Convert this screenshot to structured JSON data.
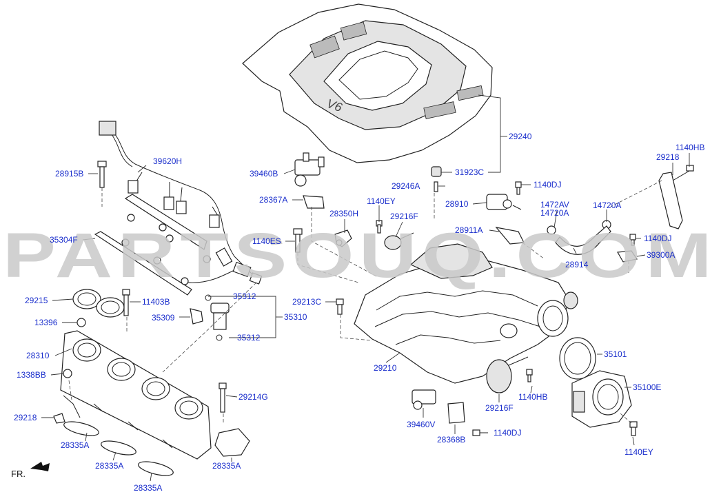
{
  "watermark": "PARTSOUQ.COM",
  "orientation_label": "FR.",
  "cover_badge": "V6",
  "labels": {
    "p29240": "29240",
    "p31923C": "31923C",
    "p29246A": "29246A",
    "p1140DJ_top": "1140DJ",
    "p39460B": "39460B",
    "p28367A": "28367A",
    "p1140EY_top": "1140EY",
    "p28350H": "28350H",
    "p29216F_top": "29216F",
    "p28910": "28910",
    "p1472AV": "1472AV",
    "p14720A_a": "14720A",
    "p14720A_b": "14720A",
    "p1140HB_top": "1140HB",
    "p29218_top": "29218",
    "p28911A": "28911A",
    "p1140DJ_right": "1140DJ",
    "p28914": "28914",
    "p39300A": "39300A",
    "p1140ES": "1140ES",
    "p28915B": "28915B",
    "p39620H": "39620H",
    "p35304F": "35304F",
    "p29215": "29215",
    "p11403B": "11403B",
    "p13396": "13396",
    "p35312_a": "35312",
    "p35309": "35309",
    "p35310": "35310",
    "p35312_b": "35312",
    "p29213C": "29213C",
    "p28310": "28310",
    "p1338BB": "1338BB",
    "p29214G": "29214G",
    "p29218_left": "29218",
    "p28335A_a": "28335A",
    "p28335A_b": "28335A",
    "p28335A_c": "28335A",
    "p28335A_d": "28335A",
    "p29210": "29210",
    "p35101": "35101",
    "p35100E": "35100E",
    "p1140HB_bot": "1140HB",
    "p29216F_bot": "29216F",
    "p39460V": "39460V",
    "p28368B": "28368B",
    "p1140DJ_bot": "1140DJ",
    "p1140EY_bot": "1140EY"
  }
}
